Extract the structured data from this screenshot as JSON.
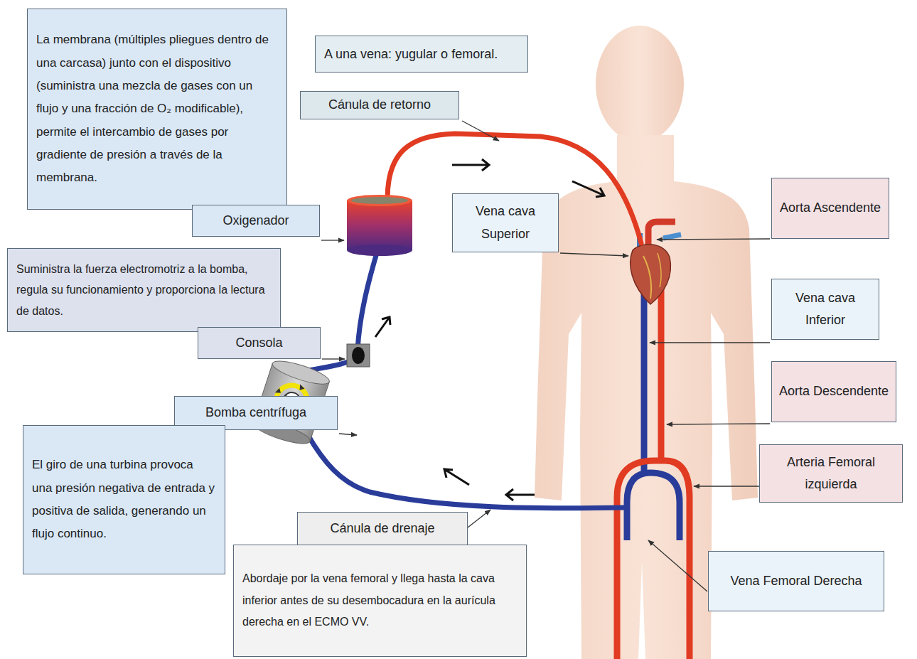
{
  "diagram": {
    "nodes": [
      {
        "text": [
          "La membrana (múltiples pliegues dentro de una carcasa) junto con el dispositivo (suministra una mezcla de gases con un flujo y una fracción de O₂ modificable), permite el intercambio de gases por gradiente de presión a través de la membrana."
        ]
      },
      {
        "text": [
          "A una vena: yugular o femoral."
        ]
      },
      {
        "text": [
          "Cánula de retorno"
        ]
      },
      {
        "text": [
          "Oxigenador"
        ]
      },
      {
        "text": [
          "Vena cava Superior"
        ]
      },
      {
        "text": [
          "Aorta Ascendente"
        ]
      },
      {
        "text": [
          "Suministra la fuerza electromotriz a la bomba, regula su funcionamiento y proporciona la lectura de datos."
        ]
      },
      {
        "text": [
          "Vena cava Inferior"
        ]
      },
      {
        "text": [
          "Consola"
        ]
      },
      {
        "text": [
          "Aorta Descendente"
        ]
      },
      {
        "text": [
          "Bomba centrífuga"
        ]
      },
      {
        "text": [
          "Arteria Femoral izquierda"
        ]
      },
      {
        "text": [
          "El giro de una turbina provoca una presión negativa de entrada y positiva de salida, generando un flujo continuo."
        ]
      },
      {
        "text": [
          "Cánula de drenaje"
        ]
      },
      {
        "text": [
          "Abordaje por la vena femoral y llega hasta la cava inferior antes de su desembocadura en la aurícula derecha en el ECMO VV."
        ]
      },
      {
        "text": [
          "Vena Femoral Derecha"
        ]
      }
    ]
  }
}
